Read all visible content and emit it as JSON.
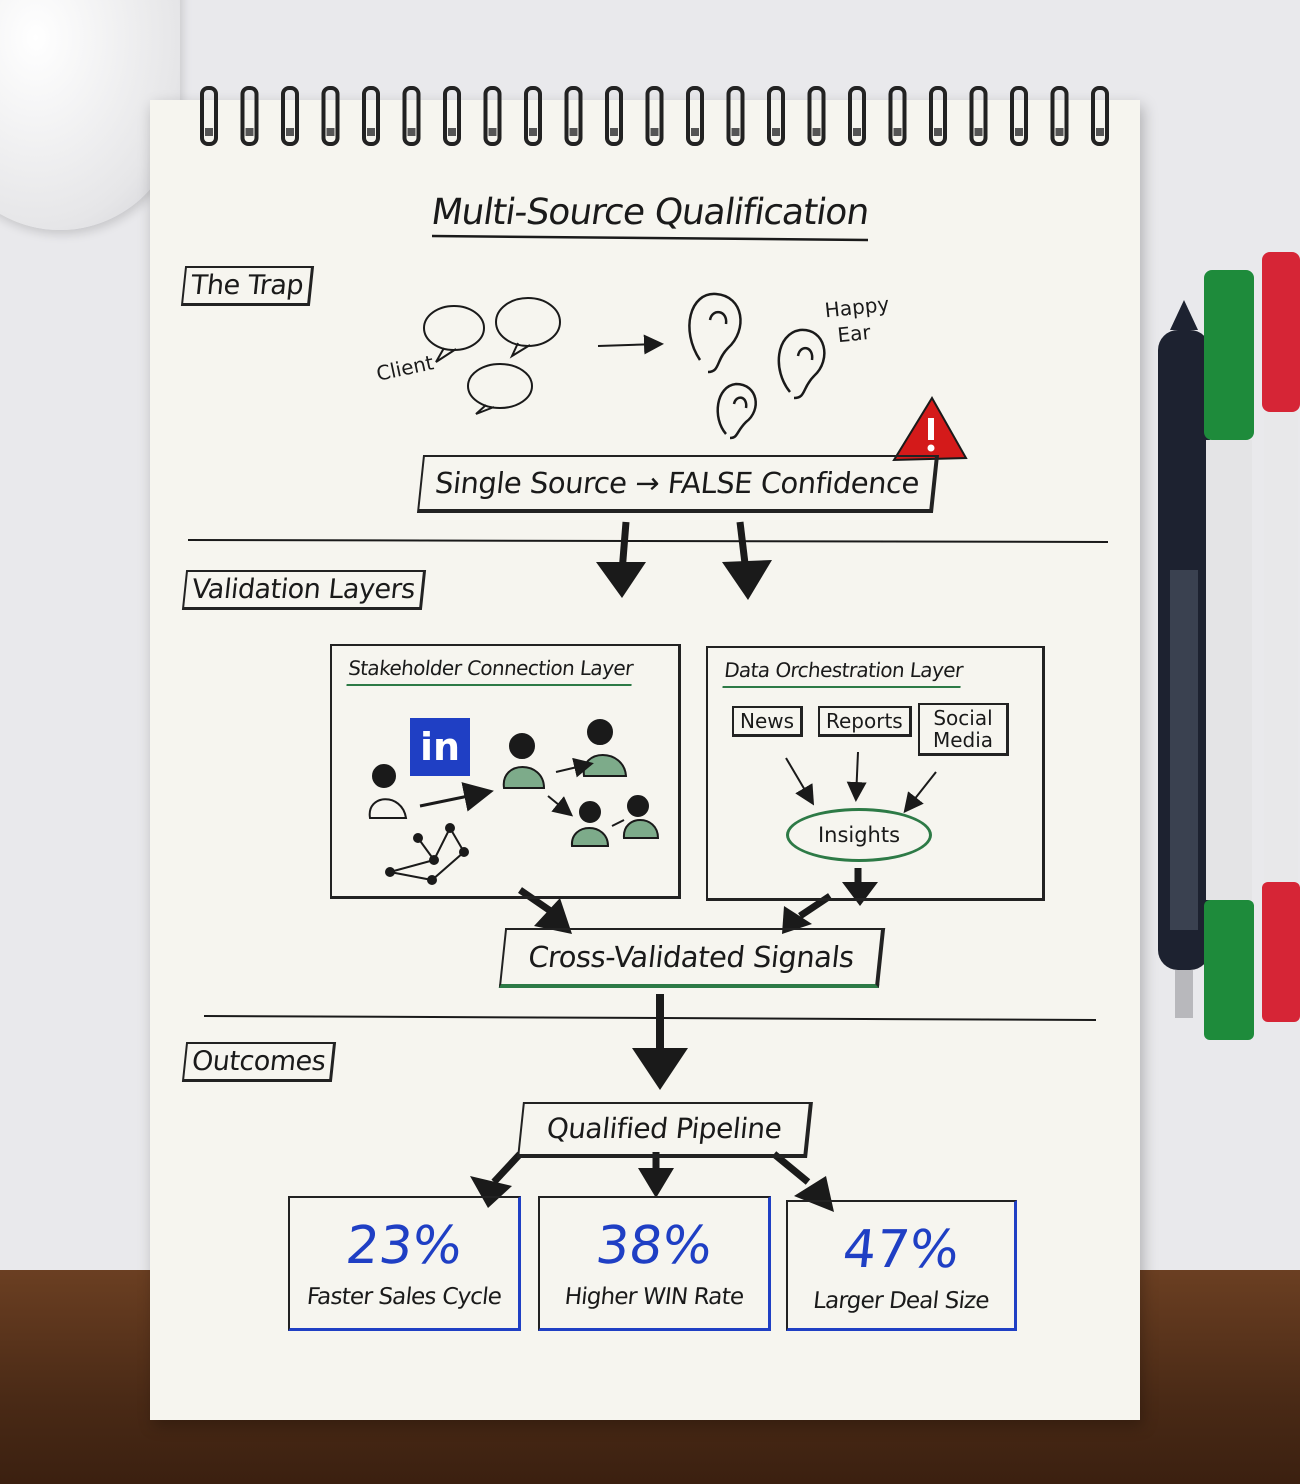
{
  "title": "Multi-Source Qualification",
  "sections": {
    "trap": "The Trap",
    "validation": "Validation Layers",
    "outcomes": "Outcomes"
  },
  "trap": {
    "client_label": "Client",
    "happy_ear_label": [
      "Happy",
      "Ear"
    ],
    "banner": "Single Source → FALSE Confidence"
  },
  "layers": {
    "stakeholder": {
      "title": "Stakeholder Connection Layer",
      "logo_text": "in"
    },
    "data": {
      "title": "Data Orchestration Layer",
      "sources": [
        "News",
        "Reports",
        "Social Media"
      ],
      "result": "Insights"
    }
  },
  "signals": "Cross-Validated Signals",
  "pipeline": "Qualified Pipeline",
  "outcomes": [
    {
      "value": "23%",
      "label": "Faster Sales Cycle"
    },
    {
      "value": "38%",
      "label": "Higher WIN Rate"
    },
    {
      "value": "47%",
      "label": "Larger Deal Size"
    }
  ],
  "colors": {
    "ink": "#1a1a1a",
    "accent_blue": "#1f3fc4",
    "accent_green": "#2d7a46",
    "warning_red": "#d41a1a",
    "paper": "#f6f5ef"
  }
}
